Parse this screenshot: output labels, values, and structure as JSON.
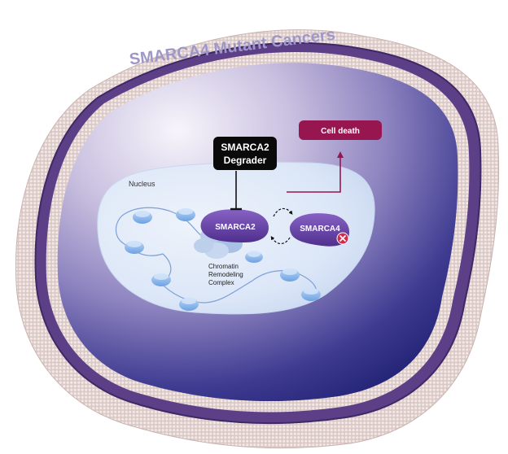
{
  "title": "SMARCA4 Mutant Cancers",
  "degrader": {
    "line1": "SMARCA2",
    "line2": "Degrader"
  },
  "outcome_label": "Cell death",
  "nucleus_label": "Nucleus",
  "proteins": {
    "primary": "SMARCA2",
    "mutant": "SMARCA4"
  },
  "complex_label": {
    "line1": "Chromatin",
    "line2": "Remodeling",
    "line3": "Complex"
  },
  "colors": {
    "title": "#9f97c8",
    "membrane_dark": "#5c3f86",
    "membrane_light": "#e8d6d3",
    "cytoplasm_light": "#f2eff8",
    "cytoplasm_dark": "#2a2a7e",
    "nucleus_fill": "#dfe9f8",
    "protein_purple": "#6b45ad",
    "cell_death": "#98164f",
    "degrader_box": "#0a0a0a",
    "mutation_x": "#d42a4e"
  }
}
